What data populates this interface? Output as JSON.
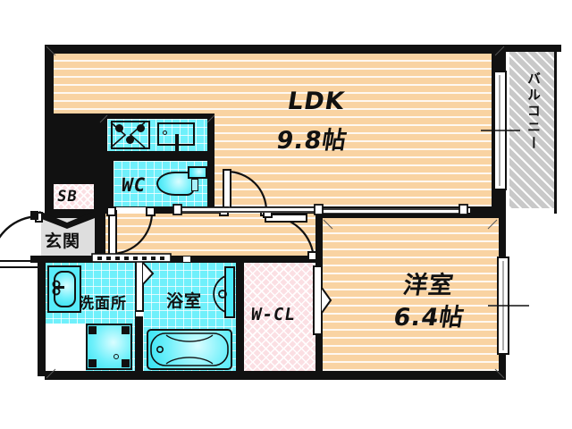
{
  "plan": {
    "type": "japanese-apartment-floor-plan",
    "layout_code": "1LDK",
    "rooms": [
      {
        "key": "ldk",
        "label": "LDK",
        "size": "9.8帖",
        "fill": "flooring"
      },
      {
        "key": "bedroom",
        "label": "洋室",
        "size": "6.4帖",
        "fill": "flooring"
      },
      {
        "key": "wcl",
        "label": "W-CL",
        "size": "",
        "fill": "closet-hatch"
      },
      {
        "key": "bath",
        "label": "浴室",
        "size": "",
        "fill": "tile"
      },
      {
        "key": "washroom",
        "label": "洗面所",
        "size": "",
        "fill": "tile"
      },
      {
        "key": "toilet",
        "label": "WC",
        "size": "",
        "fill": "tile"
      },
      {
        "key": "shoebox",
        "label": "SB",
        "size": "",
        "fill": "closet-hatch"
      },
      {
        "key": "entrance",
        "label": "玄関",
        "size": "",
        "fill": "grey"
      },
      {
        "key": "balcony",
        "label": "バルコニー",
        "size": "",
        "fill": "hatch"
      }
    ],
    "labels": {
      "ldk_name": "LDK",
      "ldk_size": "9.8帖",
      "bedroom_name": "洋室",
      "bedroom_size": "6.4帖",
      "wcl": "W-CL",
      "bath": "浴室",
      "washroom": "洗面所",
      "toilet": "WC",
      "shoebox": "SB",
      "entrance": "玄関",
      "balcony": "バルコニー"
    },
    "fixtures": [
      {
        "name": "gas-stove-3burner",
        "room": "ldk"
      },
      {
        "name": "kitchen-sink",
        "room": "ldk"
      },
      {
        "name": "toilet-bowl",
        "room": "toilet"
      },
      {
        "name": "vanity-sink",
        "room": "washroom"
      },
      {
        "name": "washing-machine-pan",
        "room": "washroom"
      },
      {
        "name": "bathtub",
        "room": "bath"
      },
      {
        "name": "shower-mixer",
        "room": "bath"
      }
    ],
    "openings": [
      {
        "name": "entry-door",
        "kind": "swing-out"
      },
      {
        "name": "toilet-door",
        "kind": "swing"
      },
      {
        "name": "hall-door",
        "kind": "swing"
      },
      {
        "name": "ldk-door",
        "kind": "swing"
      },
      {
        "name": "washroom-door",
        "kind": "swing"
      },
      {
        "name": "bedroom-sliding-door",
        "kind": "sliding-2panel"
      },
      {
        "name": "wcl-folding-door",
        "kind": "folding"
      },
      {
        "name": "balcony-window",
        "kind": "sliding-window"
      },
      {
        "name": "bedroom-window",
        "kind": "sliding-window"
      }
    ],
    "colors": {
      "wall": "#111111",
      "flooring": "#f9d3a2",
      "tile": "#6ff0fb",
      "closet": "#fbdfe3",
      "entrance": "#dedede",
      "balcony": "#c9c9c9",
      "background": "#ffffff"
    }
  }
}
